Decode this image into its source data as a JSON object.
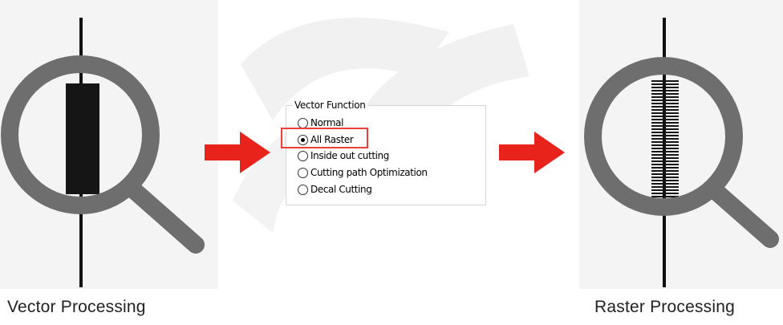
{
  "captions": {
    "left": "Vector Processing",
    "right": "Raster Processing"
  },
  "vector_function": {
    "title": "Vector Function",
    "options": [
      {
        "label": "Normal",
        "selected": false
      },
      {
        "label": "All Raster",
        "selected": true
      },
      {
        "label": "Inside out cutting",
        "selected": false
      },
      {
        "label": "Cutting path Optimization",
        "selected": false
      },
      {
        "label": "Decal Cutting",
        "selected": false
      }
    ],
    "highlighted_option": "All Raster"
  },
  "colors": {
    "arrow": "#e8231c",
    "highlight": "#e8403a",
    "magnifier": "#6e6e6e",
    "line": "#111111",
    "watermark": "#eeeeee"
  },
  "icons": {
    "left": "magnifier-solid-bar-icon",
    "right": "magnifier-striped-bar-icon",
    "arrows": "right-arrow-icon"
  }
}
